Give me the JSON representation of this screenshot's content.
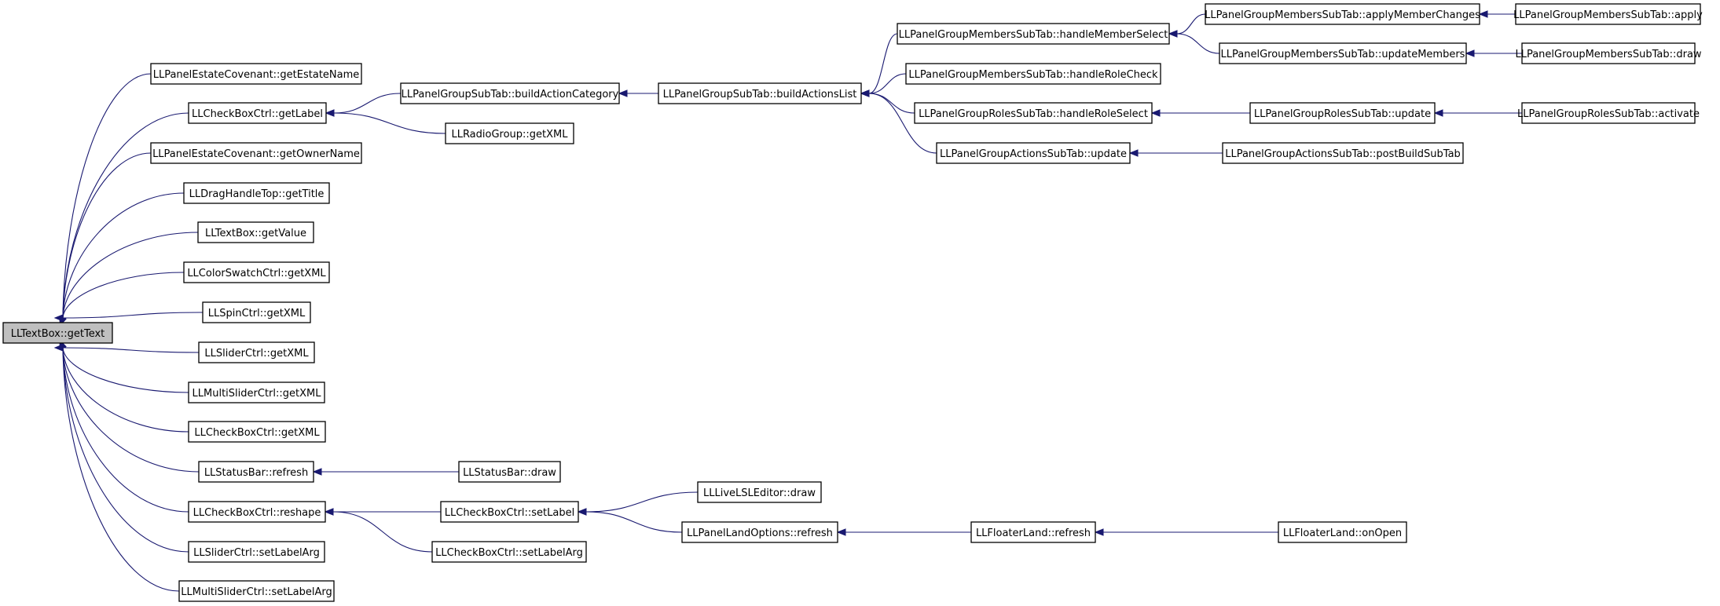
{
  "nodes": [
    {
      "id": "root",
      "label": "LLTextBox::getText",
      "root": true
    },
    {
      "id": "a1",
      "label": "LLPanelEstateCovenant::getEstateName"
    },
    {
      "id": "a2",
      "label": "LLCheckBoxCtrl::getLabel"
    },
    {
      "id": "a3",
      "label": "LLPanelEstateCovenant::getOwnerName"
    },
    {
      "id": "a4",
      "label": "LLDragHandleTop::getTitle"
    },
    {
      "id": "a5",
      "label": "LLTextBox::getValue"
    },
    {
      "id": "a6",
      "label": "LLColorSwatchCtrl::getXML"
    },
    {
      "id": "a7",
      "label": "LLSpinCtrl::getXML"
    },
    {
      "id": "a8",
      "label": "LLSliderCtrl::getXML"
    },
    {
      "id": "a9",
      "label": "LLMultiSliderCtrl::getXML"
    },
    {
      "id": "a10",
      "label": "LLCheckBoxCtrl::getXML"
    },
    {
      "id": "a11",
      "label": "LLStatusBar::refresh"
    },
    {
      "id": "a12",
      "label": "LLCheckBoxCtrl::reshape"
    },
    {
      "id": "a13",
      "label": "LLSliderCtrl::setLabelArg"
    },
    {
      "id": "a14",
      "label": "LLMultiSliderCtrl::setLabelArg"
    },
    {
      "id": "b1",
      "label": "LLPanelGroupSubTab::buildActionCategory"
    },
    {
      "id": "b2",
      "label": "LLRadioGroup::getXML"
    },
    {
      "id": "b3",
      "label": "LLStatusBar::draw"
    },
    {
      "id": "b4",
      "label": "LLCheckBoxCtrl::setLabel"
    },
    {
      "id": "b5",
      "label": "LLCheckBoxCtrl::setLabelArg"
    },
    {
      "id": "c1",
      "label": "LLPanelGroupSubTab::buildActionsList"
    },
    {
      "id": "c2",
      "label": "LLLiveLSLEditor::draw"
    },
    {
      "id": "c3",
      "label": "LLPanelLandOptions::refresh"
    },
    {
      "id": "d1",
      "label": "LLPanelGroupMembersSubTab::handleMemberSelect"
    },
    {
      "id": "d2",
      "label": "LLPanelGroupMembersSubTab::handleRoleCheck"
    },
    {
      "id": "d3",
      "label": "LLPanelGroupRolesSubTab::handleRoleSelect"
    },
    {
      "id": "d4",
      "label": "LLPanelGroupActionsSubTab::update"
    },
    {
      "id": "d5",
      "label": "LLFloaterLand::refresh"
    },
    {
      "id": "e1",
      "label": "LLPanelGroupMembersSubTab::applyMemberChanges"
    },
    {
      "id": "e2",
      "label": "LLPanelGroupMembersSubTab::updateMembers"
    },
    {
      "id": "e3",
      "label": "LLPanelGroupRolesSubTab::update"
    },
    {
      "id": "e4",
      "label": "LLPanelGroupActionsSubTab::postBuildSubTab"
    },
    {
      "id": "e5",
      "label": "LLFloaterLand::onOpen"
    },
    {
      "id": "f1",
      "label": "LLPanelGroupMembersSubTab::apply"
    },
    {
      "id": "f2",
      "label": "LLPanelGroupMembersSubTab::draw"
    },
    {
      "id": "f3",
      "label": "LLPanelGroupRolesSubTab::activate"
    }
  ],
  "edges": [
    {
      "from": "a1",
      "to": "root"
    },
    {
      "from": "a2",
      "to": "root"
    },
    {
      "from": "a3",
      "to": "root"
    },
    {
      "from": "a4",
      "to": "root"
    },
    {
      "from": "a5",
      "to": "root"
    },
    {
      "from": "a6",
      "to": "root"
    },
    {
      "from": "a7",
      "to": "root"
    },
    {
      "from": "a8",
      "to": "root"
    },
    {
      "from": "a9",
      "to": "root"
    },
    {
      "from": "a10",
      "to": "root"
    },
    {
      "from": "a11",
      "to": "root"
    },
    {
      "from": "a12",
      "to": "root"
    },
    {
      "from": "a13",
      "to": "root"
    },
    {
      "from": "a14",
      "to": "root"
    },
    {
      "from": "b1",
      "to": "a2"
    },
    {
      "from": "b2",
      "to": "a2"
    },
    {
      "from": "b3",
      "to": "a11"
    },
    {
      "from": "b4",
      "to": "a12"
    },
    {
      "from": "b5",
      "to": "a12"
    },
    {
      "from": "c1",
      "to": "b1"
    },
    {
      "from": "c2",
      "to": "b4"
    },
    {
      "from": "c3",
      "to": "b4"
    },
    {
      "from": "d1",
      "to": "c1"
    },
    {
      "from": "d2",
      "to": "c1"
    },
    {
      "from": "d3",
      "to": "c1"
    },
    {
      "from": "d4",
      "to": "c1"
    },
    {
      "from": "d5",
      "to": "c3"
    },
    {
      "from": "e1",
      "to": "d1"
    },
    {
      "from": "e2",
      "to": "d1"
    },
    {
      "from": "e3",
      "to": "d3"
    },
    {
      "from": "e4",
      "to": "d4"
    },
    {
      "from": "e5",
      "to": "d5"
    },
    {
      "from": "f1",
      "to": "e1"
    },
    {
      "from": "f2",
      "to": "e2"
    },
    {
      "from": "f3",
      "to": "e3"
    }
  ],
  "colors": {
    "edge": "#191970",
    "root_fill": "#bfbfbf",
    "node_fill": "#ffffff",
    "border": "#000000"
  }
}
